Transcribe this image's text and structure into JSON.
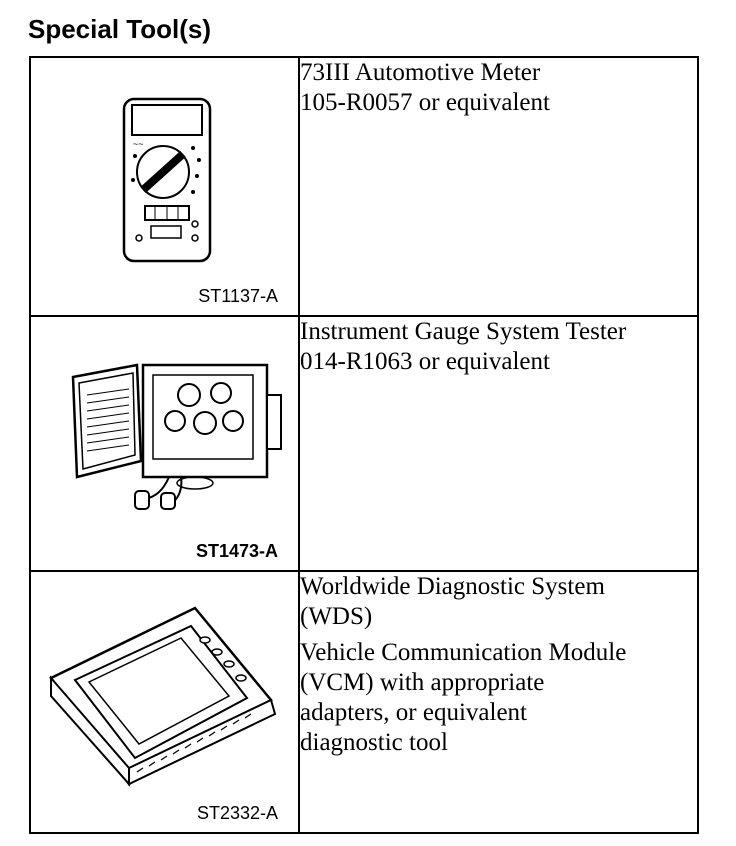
{
  "title": "Special Tool(s)",
  "tools": [
    {
      "code": "ST1137-A",
      "lines": [
        "73III Automotive Meter",
        "105-R0057 or equivalent"
      ],
      "icon": "multimeter-icon"
    },
    {
      "code": "ST1473-A",
      "lines": [
        "Instrument Gauge System Tester",
        "014-R1063 or equivalent"
      ],
      "icon": "gauge-tester-icon"
    },
    {
      "code": "ST2332-A",
      "lines": [
        "Worldwide Diagnostic System",
        "(WDS)"
      ],
      "lines2": [
        "Vehicle Communication Module",
        "(VCM) with appropriate",
        "adapters, or equivalent",
        "diagnostic tool"
      ],
      "icon": "diagnostic-system-icon"
    }
  ]
}
